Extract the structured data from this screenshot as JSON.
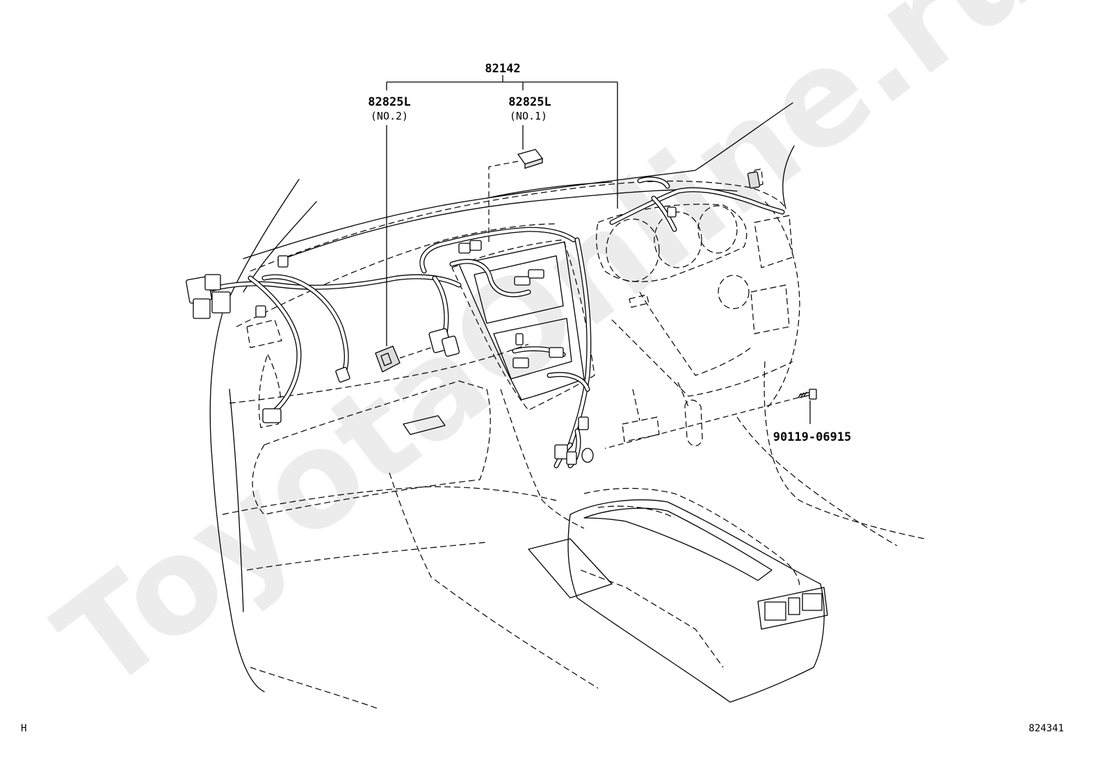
{
  "watermark": "ToyotaOnline.ru",
  "callouts": {
    "harness": {
      "part_no": "82142"
    },
    "connector_no2": {
      "part_no": "82825L",
      "note": "(NO.2)"
    },
    "connector_no1": {
      "part_no": "82825L",
      "note": "(NO.1)"
    },
    "bolt": {
      "part_no": "90119-06915"
    }
  },
  "footer": {
    "left_code": "H",
    "illustration_no": "824341"
  }
}
